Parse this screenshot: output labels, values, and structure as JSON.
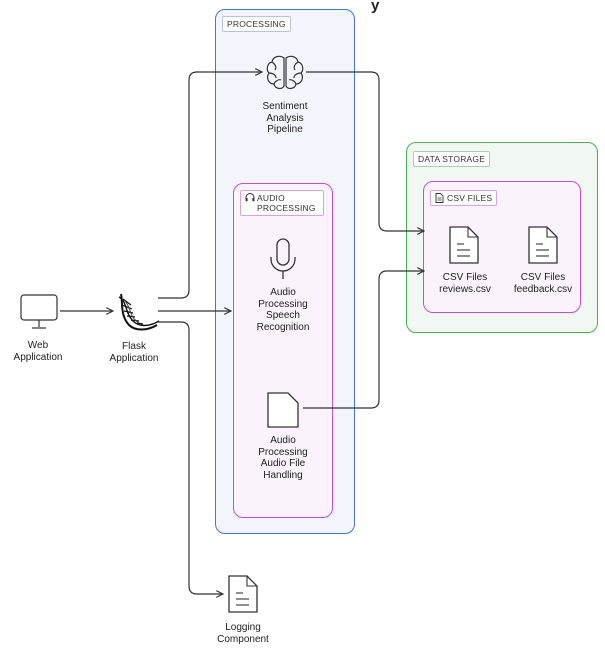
{
  "title": "y",
  "groups": {
    "processing": "PROCESSING",
    "audio_processing": "AUDIO PROCESSING",
    "data_storage": "DATA STORAGE",
    "csv_files": "CSV FILES"
  },
  "nodes": {
    "web_application": [
      "Web",
      "Application"
    ],
    "flask_application": [
      "Flask",
      "Application"
    ],
    "sentiment_pipeline": [
      "Sentiment",
      "Analysis",
      "Pipeline"
    ],
    "speech_recognition": [
      "Audio",
      "Processing",
      "Speech",
      "Recognition"
    ],
    "audio_file_handling": [
      "Audio",
      "Processing",
      "Audio File",
      "Handling"
    ],
    "csv_reviews": [
      "CSV Files",
      "reviews.csv"
    ],
    "csv_feedback": [
      "CSV Files",
      "feedback.csv"
    ],
    "logging_component": [
      "Logging",
      "Component"
    ]
  },
  "icons": {
    "web_application": "monitor-icon",
    "flask_application": "flask-logo-icon",
    "sentiment_pipeline": "brain-icon",
    "speech_recognition": "microphone-icon",
    "audio_file_handling": "file-icon",
    "csv_reviews": "document-icon",
    "csv_feedback": "document-icon",
    "logging_component": "document-icon",
    "audio_group": "headphones-icon",
    "csv_group": "file-icon"
  },
  "edges": [
    {
      "from": "web_application",
      "to": "flask_application"
    },
    {
      "from": "flask_application",
      "to": "sentiment_pipeline"
    },
    {
      "from": "flask_application",
      "to": "speech_recognition"
    },
    {
      "from": "flask_application",
      "to": "logging_component"
    },
    {
      "from": "sentiment_pipeline",
      "to": "csv_files"
    },
    {
      "from": "audio_file_handling",
      "to": "csv_files"
    }
  ],
  "colors": {
    "processing_border": "#4a74c9",
    "audio_border": "#c44fcf",
    "storage_border": "#4fae55",
    "edge": "#333333"
  }
}
